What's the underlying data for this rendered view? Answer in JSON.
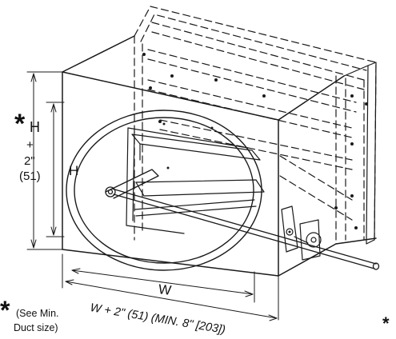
{
  "dimensions": {
    "h_plus_star": "*",
    "h_plus_h": "H",
    "h_plus_plus": "+",
    "h_plus_inches": "2\"",
    "h_plus_mm": "(51)",
    "height": "H",
    "width": "W",
    "width_plus": "W + 2\" (51) (MIN. 8\" [203])"
  },
  "note": {
    "star": "*",
    "line1": "(See Min.",
    "line2": "Duct size)"
  },
  "corner_star": "*",
  "colors": {
    "line": "#1a1a1a",
    "background": "#ffffff"
  }
}
